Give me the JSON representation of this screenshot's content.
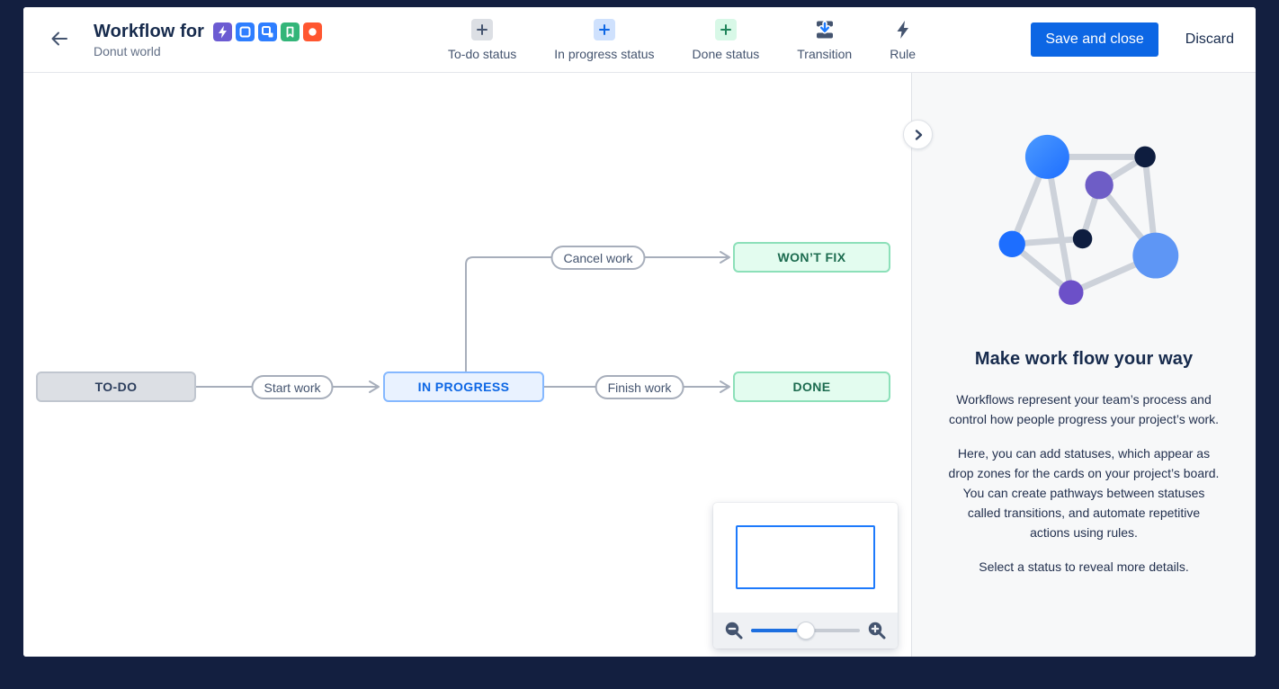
{
  "header": {
    "title": "Workflow for",
    "subtitle": "Donut world",
    "project_icon_names": [
      "lightning-icon",
      "task-icon",
      "subtasks-icon",
      "story-icon",
      "circle-icon"
    ],
    "toolbar": [
      {
        "label": "To-do status",
        "icon": "plus-icon"
      },
      {
        "label": "In progress status",
        "icon": "plus-icon"
      },
      {
        "label": "Done status",
        "icon": "plus-icon"
      },
      {
        "label": "Transition",
        "icon": "transition-icon"
      },
      {
        "label": "Rule",
        "icon": "lightning-icon"
      }
    ],
    "save_button": "Save and close",
    "discard_button": "Discard"
  },
  "canvas": {
    "nodes": [
      {
        "label": "TO-DO",
        "type": "todo"
      },
      {
        "label": "IN PROGRESS",
        "type": "in-progress"
      },
      {
        "label": "DONE",
        "type": "done"
      },
      {
        "label": "WON’T FIX",
        "type": "done"
      }
    ],
    "transitions": [
      {
        "label": "Start work",
        "from": "TO-DO",
        "to": "IN PROGRESS"
      },
      {
        "label": "Finish work",
        "from": "IN PROGRESS",
        "to": "DONE"
      },
      {
        "label": "Cancel work",
        "from": "IN PROGRESS",
        "to": "WON’T FIX"
      }
    ]
  },
  "panel": {
    "heading": "Make work flow your way",
    "paragraphs": [
      "Workflows represent your team’s process and control how people progress your project’s work.",
      "Here, you can add statuses, which appear as drop zones for the cards on your project’s board. You can create pathways between statuses called transitions, and automate repetitive actions using rules.",
      "Select a status to reveal more details."
    ]
  },
  "minimap": {
    "zoom_percent": 50
  },
  "colors": {
    "accent_blue": "#0C66E4",
    "frame": "#131F40",
    "panel_bg": "#F7F8F9",
    "todo_bg": "#DCDFE4",
    "inprogress_bg": "#E9F2FF",
    "done_bg": "#E3FCEF",
    "connector": "#A7AEBB"
  }
}
